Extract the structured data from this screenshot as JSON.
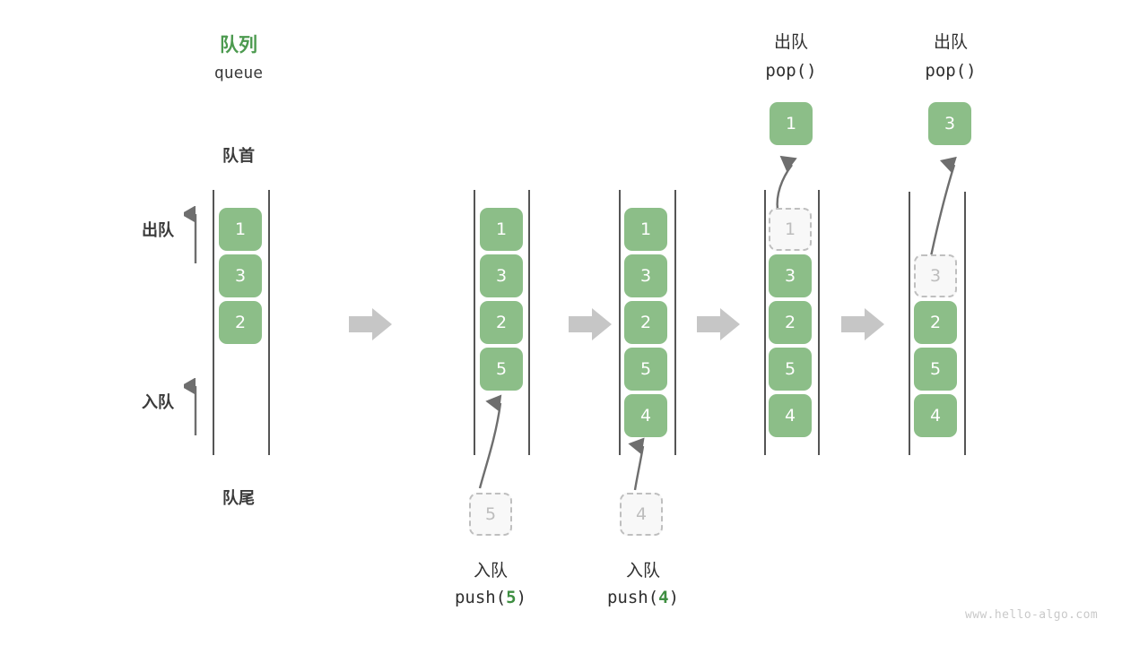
{
  "meta": {
    "watermark": "www.hello-algo.com"
  },
  "header": {
    "title_cn": "队列",
    "title_en": "queue",
    "front_label": "队首",
    "rear_label": "队尾",
    "dequeue_label": "出队",
    "enqueue_label": "入队"
  },
  "colors": {
    "accent_green": "#4C9A4F",
    "cell_green": "#8CBE88",
    "cell_text": "#FFFFFF",
    "ghost_fill": "#F8F8F8",
    "ghost_border": "#BFBFBF",
    "ghost_text": "#BDBDBD",
    "rail": "#555555",
    "arrow_gray": "#6E6E6E",
    "step_arrow": "#C6C6C6",
    "text_dark": "#3A3A3A",
    "watermark": "#C9C9C9"
  },
  "steps": [
    {
      "id": "step-1",
      "op_cn": "",
      "op_code": "",
      "cells": [
        {
          "value": "1",
          "state": "filled"
        },
        {
          "value": "3",
          "state": "filled"
        },
        {
          "value": "2",
          "state": "filled"
        }
      ]
    },
    {
      "id": "step-2",
      "op_cn": "入队",
      "op_code_prefix": "push(",
      "op_code_arg": "5",
      "op_code_suffix": ")",
      "incoming": {
        "value": "5",
        "state": "ghost"
      },
      "cells": [
        {
          "value": "1",
          "state": "filled"
        },
        {
          "value": "3",
          "state": "filled"
        },
        {
          "value": "2",
          "state": "filled"
        },
        {
          "value": "5",
          "state": "filled"
        }
      ]
    },
    {
      "id": "step-3",
      "op_cn": "入队",
      "op_code_prefix": "push(",
      "op_code_arg": "4",
      "op_code_suffix": ")",
      "incoming": {
        "value": "4",
        "state": "ghost"
      },
      "cells": [
        {
          "value": "1",
          "state": "filled"
        },
        {
          "value": "3",
          "state": "filled"
        },
        {
          "value": "2",
          "state": "filled"
        },
        {
          "value": "5",
          "state": "filled"
        },
        {
          "value": "4",
          "state": "filled"
        }
      ]
    },
    {
      "id": "step-4",
      "op_cn": "出队",
      "op_code_prefix": "pop(",
      "op_code_arg": "",
      "op_code_suffix": ")",
      "popped": {
        "value": "1",
        "state": "filled"
      },
      "cells": [
        {
          "value": "1",
          "state": "ghost"
        },
        {
          "value": "3",
          "state": "filled"
        },
        {
          "value": "2",
          "state": "filled"
        },
        {
          "value": "5",
          "state": "filled"
        },
        {
          "value": "4",
          "state": "filled"
        }
      ]
    },
    {
      "id": "step-5",
      "op_cn": "出队",
      "op_code_prefix": "pop(",
      "op_code_arg": "",
      "op_code_suffix": ")",
      "popped": {
        "value": "3",
        "state": "filled"
      },
      "cells": [
        {
          "value": "",
          "state": "empty"
        },
        {
          "value": "3",
          "state": "ghost"
        },
        {
          "value": "2",
          "state": "filled"
        },
        {
          "value": "5",
          "state": "filled"
        },
        {
          "value": "4",
          "state": "filled"
        }
      ]
    }
  ],
  "step_arrows": [
    "step-arrow-1",
    "step-arrow-2",
    "step-arrow-3",
    "step-arrow-4"
  ],
  "cell_values": {
    "s1c1": "1",
    "s1c2": "3",
    "s1c3": "2",
    "s2c1": "1",
    "s2c2": "3",
    "s2c3": "2",
    "s2c4": "5",
    "s2in": "5",
    "s3c1": "1",
    "s3c2": "3",
    "s3c3": "2",
    "s3c4": "5",
    "s3c5": "4",
    "s3in": "4",
    "s4c1": "1",
    "s4c2": "3",
    "s4c3": "2",
    "s4c4": "5",
    "s4c5": "4",
    "s4out": "1",
    "s5c2": "3",
    "s5c3": "2",
    "s5c4": "5",
    "s5c5": "4",
    "s5out": "3"
  },
  "op_labels": {
    "pop_cn_4": "出队",
    "pop_code_4": "pop()",
    "pop_cn_5": "出队",
    "pop_code_5": "pop()",
    "push_cn_2": "入队",
    "push_cn_3": "入队",
    "push_pre_2": "push(",
    "push_arg_2": "5",
    "push_post_2": ")",
    "push_pre_3": "push(",
    "push_arg_3": "4",
    "push_post_3": ")"
  }
}
